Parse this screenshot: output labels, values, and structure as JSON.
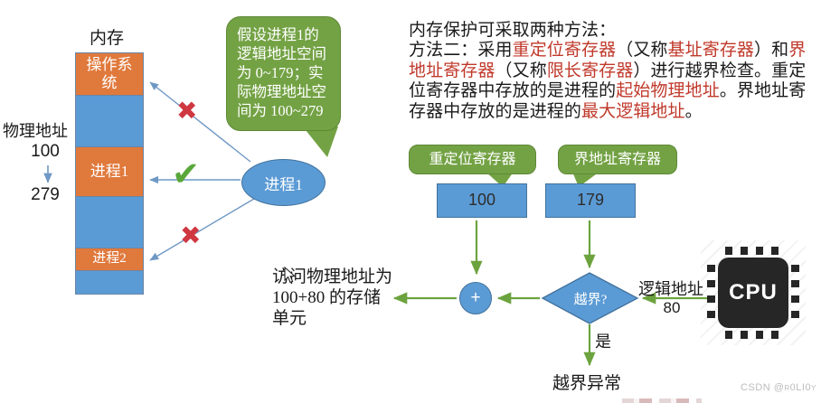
{
  "left_diagram": {
    "memory_title": "内存",
    "blocks": [
      {
        "label": "操作系统"
      },
      {
        "label": ""
      },
      {
        "label": "进程1"
      },
      {
        "label": ""
      },
      {
        "label": "进程2"
      },
      {
        "label": ""
      }
    ],
    "physical_address_label": "物理地址",
    "address_start": "100",
    "address_end": "279",
    "bubble_text": "假设进程1的逻辑地址空间为 0~179；实际物理地址空间为 100~279",
    "process_label": "进程1",
    "cross_glyph": "✖",
    "check_glyph": "✔"
  },
  "text_panel": {
    "heading": "内存保护可采取两种方法：",
    "segments": [
      {
        "text": "方法二：采用"
      },
      {
        "text": "重定位寄存器"
      },
      {
        "text": "（又称"
      },
      {
        "text": "基址寄存器"
      },
      {
        "text": "）和"
      },
      {
        "text": "界地址寄存器"
      },
      {
        "text": "（又称"
      },
      {
        "text": "限长寄存器"
      },
      {
        "text": "）进行越界检查。重定位寄存器中存放的是进程的"
      },
      {
        "text": "起始物理地址"
      },
      {
        "text": "。界地址寄存器中存放的是进程的"
      },
      {
        "text": "最大逻辑地址"
      },
      {
        "text": "。"
      }
    ]
  },
  "flowchart": {
    "relocation_label": "重定位寄存器",
    "relocation_value": "100",
    "limit_label": "界地址寄存器",
    "limit_value": "179",
    "plus_glyph": "+",
    "decision_label": "越界?",
    "logical_address_label": "逻辑地址",
    "logical_address_value": "80",
    "cpu_label": "CPU",
    "yes_label": "是",
    "exception_label": "越界异常",
    "result_text": "访问物理地址为 100+80 的存储单元"
  },
  "watermark": "CSDN @r0LI0y",
  "colors": {
    "accent_blue": "#5B9BD5",
    "blue_border": "#41719C",
    "accent_orange": "#E0793C",
    "accent_green": "#73A244",
    "arrow_green": "#6CA33E",
    "arrow_blue": "#6F98C4",
    "red_text": "#C0392B",
    "mark_red": "#CF3741",
    "mark_green": "#59A73B"
  }
}
